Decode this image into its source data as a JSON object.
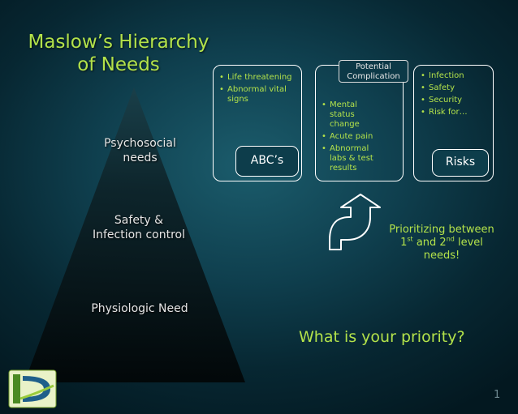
{
  "title": {
    "line1": "Maslow’s Hierarchy",
    "line2": "of Needs"
  },
  "pyramid": {
    "levels": [
      {
        "line1": "Psychosocial",
        "line2": "needs"
      },
      {
        "line1": "Safety &",
        "line2": "Infection control"
      },
      {
        "line1": "Physiologic Need"
      }
    ]
  },
  "abc_box": {
    "bullets": [
      "Life threatening",
      "Abnormal vital signs"
    ],
    "tag": "ABC’s"
  },
  "complication_box": {
    "header_line1": "Potential",
    "header_line2": "Complication",
    "bullets": [
      "Mental status change",
      "Acute pain",
      "Abnormal labs & test results"
    ]
  },
  "risks_box": {
    "bullets": [
      "Infection",
      "Safety",
      "Security",
      "Risk for…"
    ],
    "tag": "Risks"
  },
  "prioritizing": {
    "line1": "Prioritizing between",
    "first": "1",
    "first_sup": "st",
    "and_text": "and",
    "second": "2",
    "second_sup": "nd",
    "level_text": "level",
    "line3": "needs!"
  },
  "question": "What is your priority?",
  "page_number": "1",
  "colors": {
    "accent": "#b3e24a",
    "background": "#0f3f4e",
    "box_border": "#ffffff"
  }
}
